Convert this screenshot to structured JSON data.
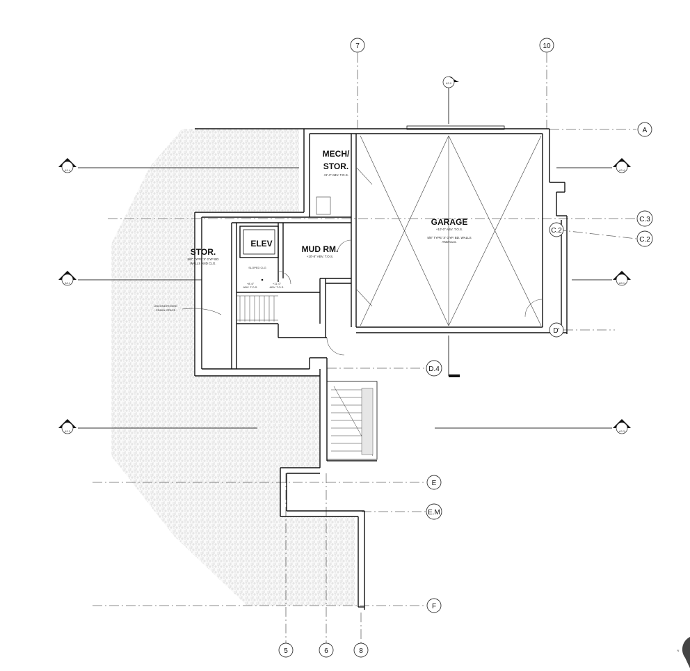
{
  "grid": {
    "columns": [
      "7",
      "10",
      "5",
      "6",
      "8"
    ],
    "rows": [
      "A",
      "C.3",
      "C.2",
      "C.2",
      "D'",
      "D.4",
      "E",
      "E.M",
      "F"
    ]
  },
  "rooms": {
    "mech": {
      "name_1": "MECH/",
      "name_2": "STOR.",
      "note": "+9'-4\" ABV. T.O.S."
    },
    "garage": {
      "name": "GARAGE",
      "note_1": "+10'-0\" ABV. T.O.S.",
      "note_2": "5/8\" TYPE 'X' GYP. BD. WALLS",
      "note_3": "AND CLG."
    },
    "elev": {
      "name": "ELEV"
    },
    "mud": {
      "name": "MUD RM.",
      "note": "+10'-8\" ABV. T.O.S."
    },
    "stor": {
      "name": "STOR.",
      "note_1": "5/8\" TYPE 'X' GYP BD",
      "note_2": "WALLS AND CLG."
    },
    "sloped": {
      "label": "SLOPED CLG"
    },
    "levels": {
      "left_1": "+8'-6\"",
      "left_2": "ABV. T.O.S.",
      "right_1": "+11'-0\"",
      "right_2": "ABV. T.O.S."
    },
    "crawl": {
      "line_1": "UNCONDITIONED",
      "line_2": "CRAWL SPACE"
    }
  },
  "section_markers": {
    "top": "A3.0",
    "left_upper": "A3.4",
    "right_upper": "A3.4",
    "left_mid": "A3.1",
    "right_mid": "A3.1",
    "left_lower": "A3.3",
    "right_lower": "A3.3"
  },
  "north_label": "N"
}
